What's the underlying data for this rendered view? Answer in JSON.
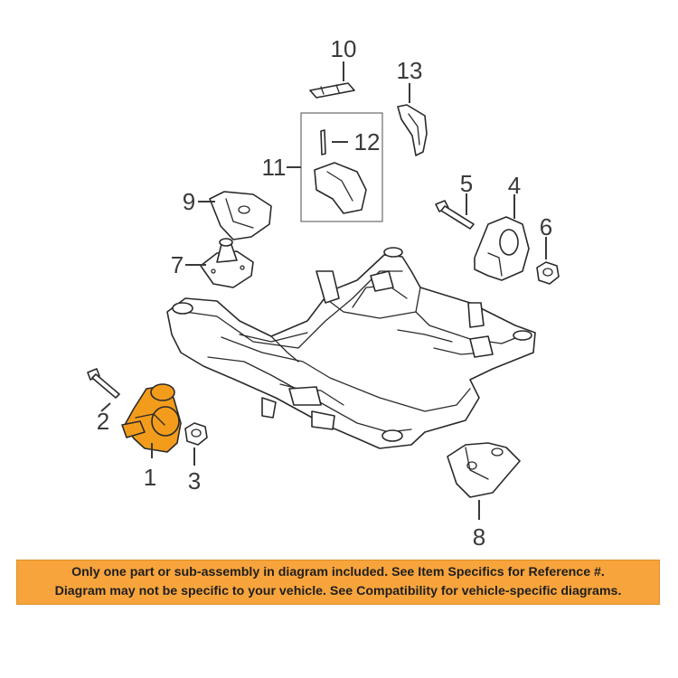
{
  "callouts": {
    "c1": "1",
    "c2": "2",
    "c3": "3",
    "c4": "4",
    "c5": "5",
    "c6": "6",
    "c7": "7",
    "c8": "8",
    "c9": "9",
    "c10": "10",
    "c11": "11",
    "c12": "12",
    "c13": "13"
  },
  "notice": {
    "line1": "Only one part or sub-assembly in diagram included. See Item Specifics for Reference #.",
    "line2": "Diagram may not be specific to your vehicle. See Compatibility for vehicle-specific diagrams."
  },
  "colors": {
    "highlight": "#f39c1c",
    "notice_bg": "#f7a43c"
  }
}
